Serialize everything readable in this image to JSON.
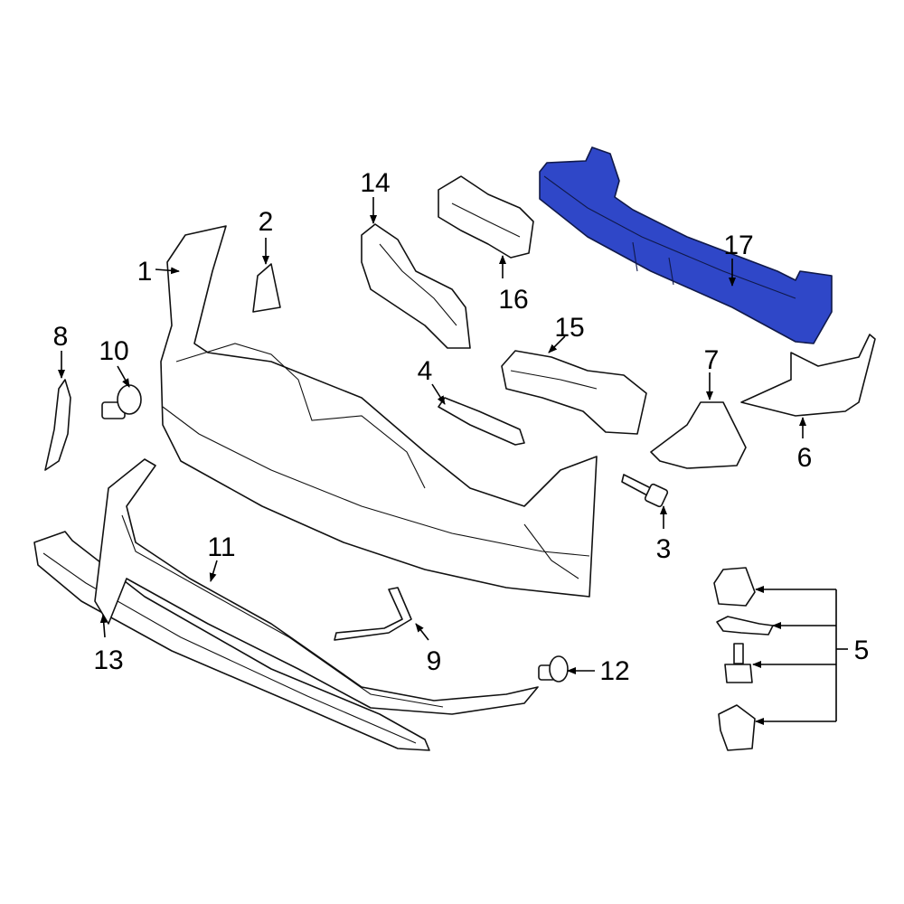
{
  "diagram": {
    "highlight_color": "#2f47c8",
    "callouts": [
      {
        "id": "1",
        "label": "1"
      },
      {
        "id": "2",
        "label": "2"
      },
      {
        "id": "3",
        "label": "3"
      },
      {
        "id": "4",
        "label": "4"
      },
      {
        "id": "5",
        "label": "5"
      },
      {
        "id": "6",
        "label": "6"
      },
      {
        "id": "7",
        "label": "7"
      },
      {
        "id": "8",
        "label": "8"
      },
      {
        "id": "9",
        "label": "9"
      },
      {
        "id": "10",
        "label": "10"
      },
      {
        "id": "11",
        "label": "11"
      },
      {
        "id": "12",
        "label": "12"
      },
      {
        "id": "13",
        "label": "13"
      },
      {
        "id": "14",
        "label": "14"
      },
      {
        "id": "15",
        "label": "15"
      },
      {
        "id": "16",
        "label": "16"
      },
      {
        "id": "17",
        "label": "17"
      }
    ],
    "highlighted_part": "17"
  }
}
